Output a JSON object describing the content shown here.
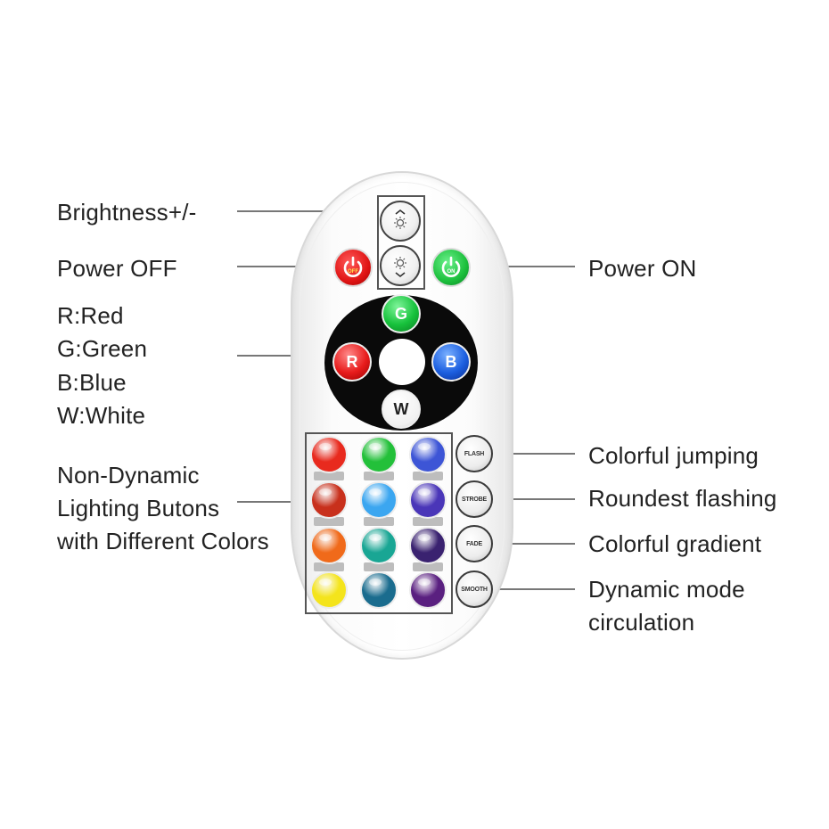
{
  "labels": {
    "brightness": "Brightness+/-",
    "power_off": "Power OFF",
    "power_on": "Power ON",
    "rgbw": [
      "R:Red",
      "G:Green",
      "B:Blue",
      "W:White"
    ],
    "non_dynamic": [
      "Non-Dynamic",
      "Lighting Butons",
      "with Different Colors"
    ],
    "flash_desc": "Colorful jumping",
    "strobe_desc": "Roundest flashing",
    "fade_desc": "Colorful gradient",
    "smooth_desc": [
      "Dynamic mode",
      "circulation"
    ]
  },
  "remote": {
    "off_text": "OFF",
    "on_text": "ON",
    "r": "R",
    "g": "G",
    "b": "B",
    "w": "W",
    "flash": "FLASH",
    "strobe": "STROBE",
    "fade": "FADE",
    "smooth": "SMOOTH",
    "color_buttons": [
      [
        "#e82a1e",
        "#23c03a",
        "#3d55d6"
      ],
      [
        "#c8301c",
        "#3ba6f0",
        "#4a36b8"
      ],
      [
        "#f06a1a",
        "#19a694",
        "#3a2270"
      ],
      [
        "#f4e41c",
        "#1a6c8e",
        "#5a2080"
      ]
    ]
  },
  "colors": {
    "text": "#222222",
    "leader": "#777777"
  }
}
